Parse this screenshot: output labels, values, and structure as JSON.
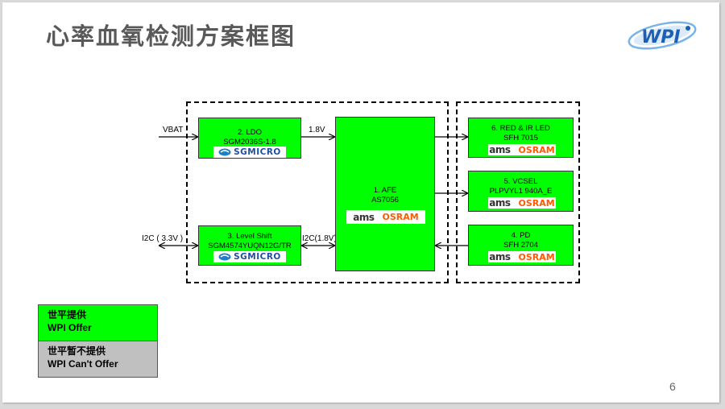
{
  "title": "心率血氧检测方案框图",
  "page_number": "6",
  "signals": {
    "vbat": "VBAT",
    "v18": "1.8V",
    "i2c_33": "I2C ( 3.3V )",
    "i2c_18": "I2C(1.8V)"
  },
  "blocks": {
    "ldo": {
      "line1": "2. LDO",
      "line2": "SGM2036S-1.8",
      "logo": "SGMICRO"
    },
    "level_shift": {
      "line1": "3. Level Shift",
      "line2": "SGM4574YUQN12G/TR",
      "logo": "SGMICRO"
    },
    "afe": {
      "line1": "1. AFE",
      "line2": "AS7056",
      "logo_left": "ams",
      "logo_right": "OSRAM"
    },
    "led": {
      "line1": "6. RED & IR LED",
      "line2": "SFH 7015",
      "logo_left": "ams",
      "logo_right": "OSRAM"
    },
    "vcsel": {
      "line1": "5. VCSEL",
      "line2": "PLPVYL1 940A_E",
      "logo_left": "ams",
      "logo_right": "OSRAM"
    },
    "pd": {
      "line1": "4. PD",
      "line2": "SFH 2704",
      "logo_left": "ams",
      "logo_right": "OSRAM"
    }
  },
  "legend": {
    "offer_cn": "世平提供",
    "offer_en": "WPI Offer",
    "not_offer_cn": "世平暂不提供",
    "not_offer_en": "WPI Can't Offer"
  },
  "colors": {
    "offer": "#00ff00",
    "not_offer": "#c0c0c0",
    "osram": "#ff5a00",
    "sgmicro": "#1f4fa3"
  }
}
